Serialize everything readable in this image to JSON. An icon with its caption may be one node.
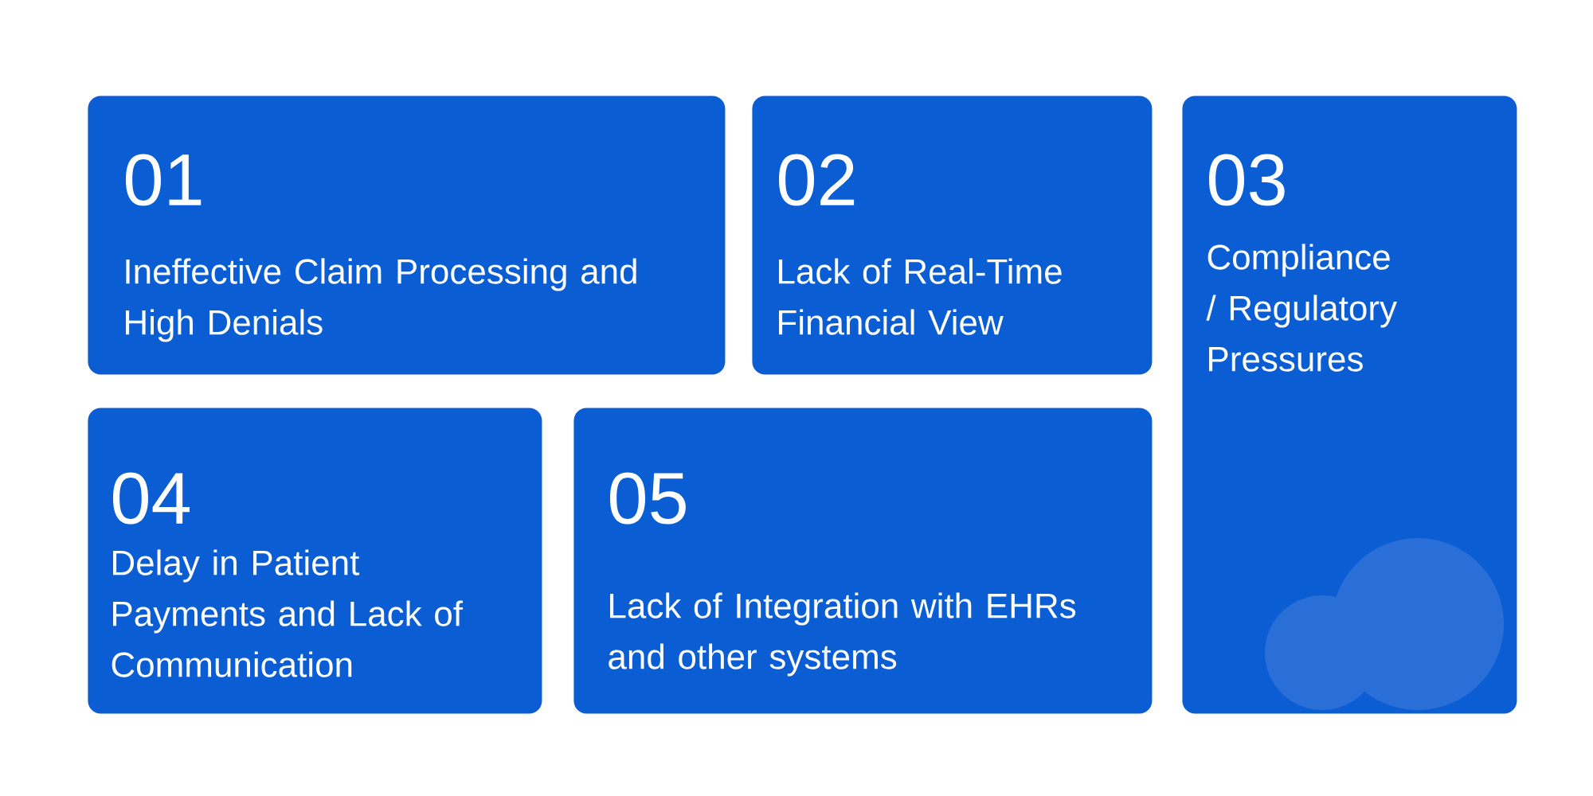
{
  "diagram": {
    "nodes": [
      {
        "text": [
          "01",
          "Ineffective Claim Processing and High Denials"
        ]
      },
      {
        "text": [
          "02",
          "Lack of Real-Time Financial View"
        ]
      },
      {
        "text": [
          "03",
          "Compliance / Regulatory Pressures"
        ]
      },
      {
        "text": [
          "04",
          "Delay in Patient Payments and Lack of Communication"
        ]
      },
      {
        "text": [
          "05",
          "Lack of Integration with EHRs and other systems"
        ]
      }
    ]
  }
}
